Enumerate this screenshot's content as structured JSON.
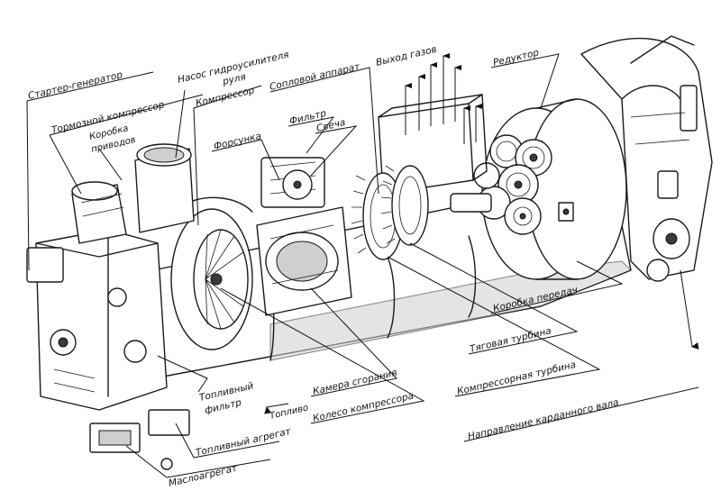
{
  "labels": {
    "starter_generator": "Стартер-генератор",
    "brake_compressor": "Тормозной компрессор",
    "drive_box_line1": "Коробка",
    "drive_box_line2": "приводов",
    "pump_line1": "Насос гидроусилителя",
    "pump_line2": "руля",
    "compressor": "Компрессор",
    "nozzle_apparatus": "Сопловой аппарат",
    "gas_outlet": "Выход газов",
    "reducer": "Редуктор",
    "injector": "Форсунка",
    "filter": "Фильтр",
    "spark_plug": "Свеча",
    "gearbox": "Коробка передач",
    "traction_turbine": "Тяговая турбина",
    "compressor_turbine": "Компрессорная турбина",
    "cardan_direction": "Направление карданного вала",
    "combustion_chamber": "Камера сгорания",
    "compressor_wheel": "Колесо компрессора",
    "fuel_filter_line1": "Топливный",
    "fuel_filter_line2": "фильтр",
    "fuel": "Топливо",
    "fuel_unit": "Топливный агрегат",
    "oil_unit": "Маслоагрегат"
  }
}
